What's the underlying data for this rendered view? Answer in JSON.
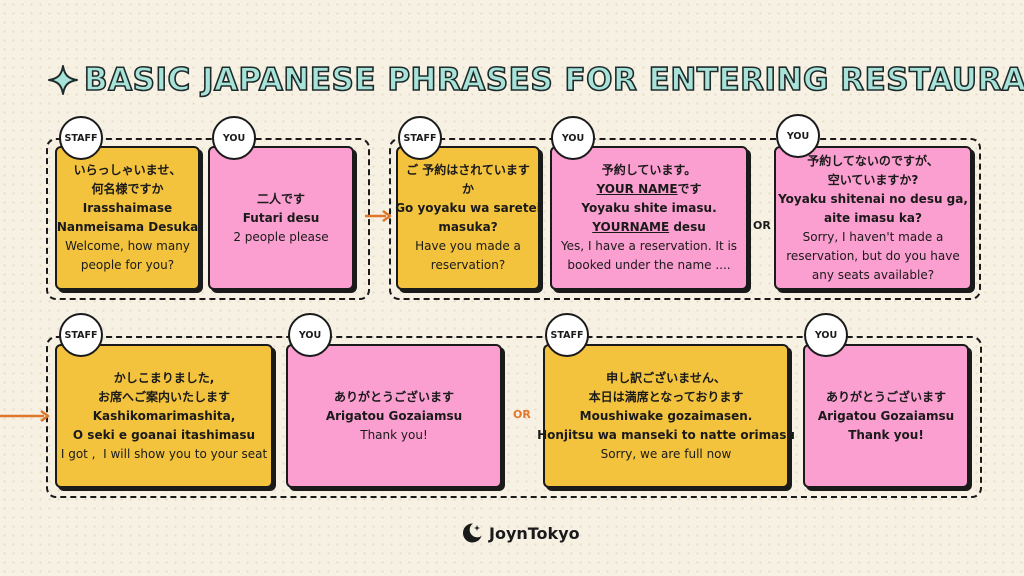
{
  "title": "BASIC JAPANESE PHRASES FOR ENTERING RESTAURANT",
  "labels": {
    "staff": "STAFF",
    "you": "YOU",
    "or": "OR"
  },
  "row1": [
    {
      "role": "staff",
      "jp": [
        "いらっしゃいませ、",
        "何名様ですか"
      ],
      "romaji": [
        "Irasshaimase",
        "Nanmeisama Desuka"
      ],
      "en": [
        "Welcome, how many",
        "people for you?"
      ]
    },
    {
      "role": "you",
      "jp": [
        "二人です"
      ],
      "romaji": [
        "Futari desu"
      ],
      "en": [
        "2 people please"
      ]
    },
    {
      "role": "staff",
      "jp": [
        "ご 予約はされています",
        "か"
      ],
      "romaji": [
        "Go yoyaku wa saretei",
        "masuka?"
      ],
      "en": [
        "Have you made a",
        "reservation?"
      ]
    },
    {
      "role": "you",
      "jp1": "予約しています。",
      "jp2_name": "YOUR NAME",
      "jp2_rest": "です",
      "ro1": "Yoyaku shite imasu.",
      "ro2_name": "YOURNAME",
      "ro2_rest": " desu",
      "en": [
        "Yes, I have a reservation. It is",
        "booked under the name ...."
      ]
    },
    {
      "role": "you",
      "jp": [
        "予約してないのですが、",
        "空いていますか?"
      ],
      "romaji": [
        "Yoyaku shitenai no desu ga,",
        "aite imasu ka?"
      ],
      "en": [
        "Sorry, I haven't made a",
        "reservation, but do you have",
        "any seats available?"
      ]
    }
  ],
  "row2": [
    {
      "role": "staff",
      "jp": [
        "かしこまりました,",
        "お席へご案内いたします"
      ],
      "romaji": [
        "Kashikomarimashita,",
        "O seki e goanai itashimasu"
      ],
      "en": [
        "I got ,  I will show you to your seat"
      ]
    },
    {
      "role": "you",
      "jp": [
        "ありがとうございます"
      ],
      "romaji": [
        "Arigatou Gozaiamsu"
      ],
      "en": [
        "Thank you!"
      ]
    },
    {
      "role": "staff",
      "jp": [
        "申し訳ございません、",
        "本日は満席となっております"
      ],
      "romaji": [
        "Moushiwake gozaimasen.",
        "Honjitsu wa manseki to natte orimasu"
      ],
      "en": [
        "Sorry, we are full now"
      ]
    },
    {
      "role": "you",
      "jp": [
        "ありがとうございます"
      ],
      "romaji": [
        "Arigatou Gozaiamsu",
        "Thank you!"
      ],
      "en": []
    }
  ],
  "brand": {
    "name": "JoynTokyo"
  },
  "colors": {
    "yellow": "#f3c33e",
    "pink": "#fb9ed0",
    "accent_orange": "#e0762a",
    "title_teal": "#a8e3da"
  }
}
